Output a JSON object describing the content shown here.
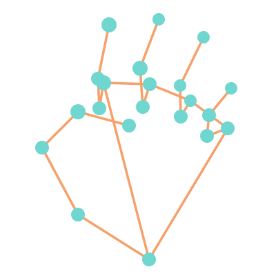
{
  "diagram": {
    "colors": {
      "background": "#ffffff",
      "edge": "#f6a06a",
      "node": "#6fd6d0"
    },
    "nodes": [
      {
        "id": "wrist"
      },
      {
        "id": "thumb-cmc"
      },
      {
        "id": "thumb-mcp"
      },
      {
        "id": "thumb-ip"
      },
      {
        "id": "thumb-tip"
      },
      {
        "id": "index-mcp"
      },
      {
        "id": "index-pip"
      },
      {
        "id": "index-dip"
      },
      {
        "id": "index-tip"
      },
      {
        "id": "middle-mcp"
      },
      {
        "id": "middle-pip"
      },
      {
        "id": "middle-dip"
      },
      {
        "id": "middle-tip"
      },
      {
        "id": "ring-mcp"
      },
      {
        "id": "ring-pip"
      },
      {
        "id": "ring-dip"
      },
      {
        "id": "ring-tip"
      },
      {
        "id": "pinky-mcp"
      },
      {
        "id": "pinky-pip"
      },
      {
        "id": "pinky-dip"
      },
      {
        "id": "pinky-tip"
      }
    ],
    "edges": [
      [
        "wrist",
        "thumb-cmc"
      ],
      [
        "thumb-cmc",
        "thumb-mcp"
      ],
      [
        "thumb-mcp",
        "thumb-ip"
      ],
      [
        "thumb-ip",
        "thumb-tip"
      ],
      [
        "wrist",
        "index-mcp"
      ],
      [
        "index-mcp",
        "index-pip"
      ],
      [
        "index-pip",
        "index-dip"
      ],
      [
        "index-dip",
        "index-tip"
      ],
      [
        "index-mcp",
        "middle-mcp"
      ],
      [
        "middle-mcp",
        "middle-pip"
      ],
      [
        "middle-pip",
        "middle-dip"
      ],
      [
        "middle-dip",
        "middle-tip"
      ],
      [
        "middle-mcp",
        "ring-mcp"
      ],
      [
        "ring-mcp",
        "ring-pip"
      ],
      [
        "ring-pip",
        "ring-dip"
      ],
      [
        "ring-dip",
        "ring-tip"
      ],
      [
        "ring-mcp",
        "pinky-mcp"
      ],
      [
        "pinky-mcp",
        "pinky-pip"
      ],
      [
        "pinky-pip",
        "pinky-dip"
      ],
      [
        "pinky-dip",
        "pinky-tip"
      ],
      [
        "wrist",
        "pinky-mcp"
      ]
    ]
  }
}
